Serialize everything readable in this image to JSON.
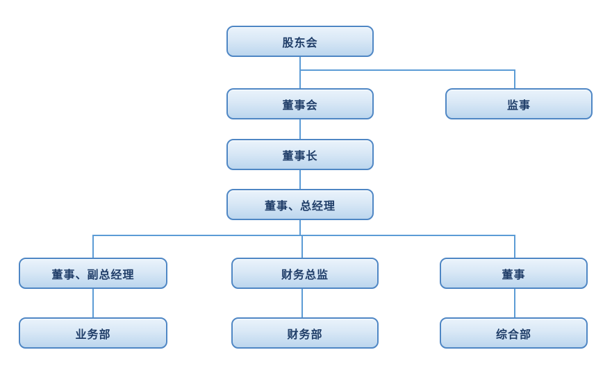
{
  "diagram": {
    "type": "org-chart",
    "background": "#ffffff",
    "colors": {
      "node_border": "#4e86c4",
      "node_fill_top": "#eaf3fb",
      "node_fill_bottom": "#bcd6ee",
      "node_text": "#1f3d68",
      "connector": "#5b9bd5",
      "background": "#ffffff"
    },
    "nodes": [
      {
        "id": "shareholders",
        "label": "股东会"
      },
      {
        "id": "board",
        "label": "董事会"
      },
      {
        "id": "supervisor",
        "label": "监事"
      },
      {
        "id": "chairman",
        "label": "董事长"
      },
      {
        "id": "gm",
        "label": "董事、总经理"
      },
      {
        "id": "vicegm",
        "label": "董事、副总经理"
      },
      {
        "id": "cfo",
        "label": "财务总监"
      },
      {
        "id": "director",
        "label": "董事"
      },
      {
        "id": "business",
        "label": "业务部"
      },
      {
        "id": "finance",
        "label": "财务部"
      },
      {
        "id": "general",
        "label": "综合部"
      }
    ],
    "edges": [
      {
        "from": "shareholders",
        "to": "board"
      },
      {
        "from": "shareholders",
        "to": "supervisor"
      },
      {
        "from": "board",
        "to": "chairman"
      },
      {
        "from": "chairman",
        "to": "gm"
      },
      {
        "from": "gm",
        "to": "vicegm"
      },
      {
        "from": "gm",
        "to": "cfo"
      },
      {
        "from": "gm",
        "to": "director"
      },
      {
        "from": "vicegm",
        "to": "business"
      },
      {
        "from": "cfo",
        "to": "finance"
      },
      {
        "from": "director",
        "to": "general"
      }
    ]
  }
}
